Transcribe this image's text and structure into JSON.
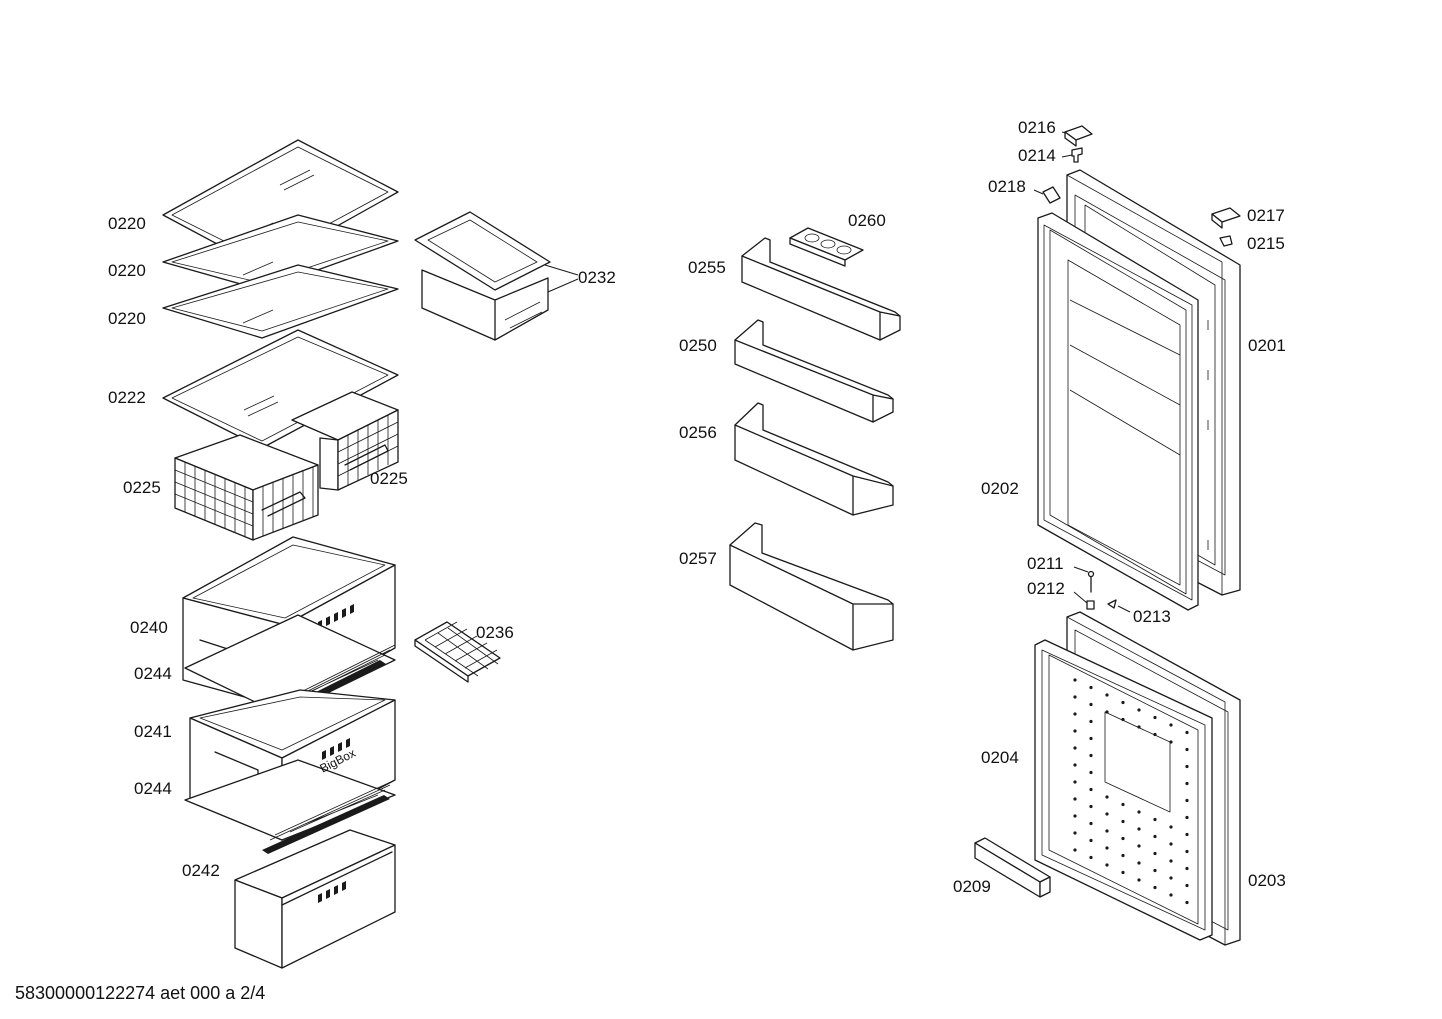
{
  "footer": "58300000122274 aet 000 a 2/4",
  "crisper_brand": "BigBox",
  "parts": {
    "p0220a": "0220",
    "p0220b": "0220",
    "p0220c": "0220",
    "p0222": "0222",
    "p0225a": "0225",
    "p0225b": "0225",
    "p0232": "0232",
    "p0240": "0240",
    "p0244a": "0244",
    "p0241": "0241",
    "p0244b": "0244",
    "p0242": "0242",
    "p0236": "0236",
    "p0260": "0260",
    "p0255": "0255",
    "p0250": "0250",
    "p0256": "0256",
    "p0257": "0257",
    "p0216": "0216",
    "p0214": "0214",
    "p0218": "0218",
    "p0217": "0217",
    "p0215": "0215",
    "p0201": "0201",
    "p0202": "0202",
    "p0211": "0211",
    "p0212": "0212",
    "p0213": "0213",
    "p0204": "0204",
    "p0209": "0209",
    "p0203": "0203"
  }
}
